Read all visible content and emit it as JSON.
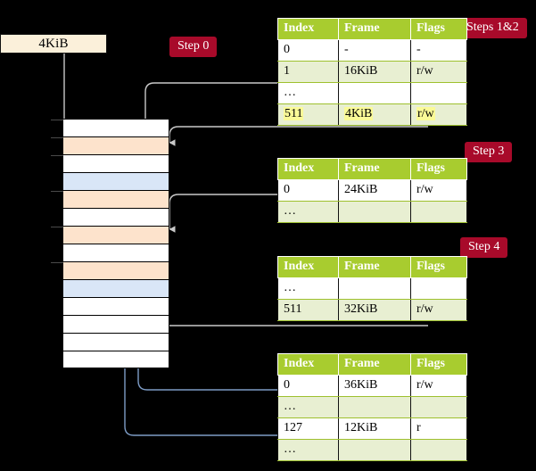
{
  "diagram": {
    "request_box": {
      "label": "4KiB"
    },
    "step_labels": [
      {
        "name": "step-0",
        "text": "Step 0"
      },
      {
        "name": "steps-1-2",
        "text": "Steps 1&2"
      },
      {
        "name": "step-3",
        "text": "Step 3"
      },
      {
        "name": "step-4",
        "text": "Step 4"
      }
    ],
    "memory": {
      "name": "physical-memory-column",
      "rows": [
        {
          "fill": "white"
        },
        {
          "fill": "orange"
        },
        {
          "fill": "white"
        },
        {
          "fill": "blue"
        },
        {
          "fill": "orange"
        },
        {
          "fill": "white"
        },
        {
          "fill": "orange"
        },
        {
          "fill": "white"
        },
        {
          "fill": "orange"
        },
        {
          "fill": "blue"
        },
        {
          "fill": "white"
        },
        {
          "fill": "white"
        },
        {
          "fill": "white"
        },
        {
          "fill": "white"
        }
      ]
    },
    "tables": [
      {
        "name": "page-table-level-1",
        "headers": [
          "Index",
          "Frame",
          "Flags"
        ],
        "rows": [
          {
            "cells": [
              "0",
              "-",
              "-"
            ],
            "alt": false,
            "highlight": false
          },
          {
            "cells": [
              "1",
              "16KiB",
              "r/w"
            ],
            "alt": true,
            "highlight": false
          },
          {
            "cells": [
              "…",
              "",
              ""
            ],
            "alt": false,
            "highlight": false
          },
          {
            "cells": [
              "511",
              "4KiB",
              "r/w"
            ],
            "alt": true,
            "highlight": true
          }
        ]
      },
      {
        "name": "page-table-level-2",
        "headers": [
          "Index",
          "Frame",
          "Flags"
        ],
        "rows": [
          {
            "cells": [
              "0",
              "24KiB",
              "r/w"
            ],
            "alt": false,
            "highlight": false
          },
          {
            "cells": [
              "…",
              "",
              ""
            ],
            "alt": true,
            "highlight": false
          }
        ]
      },
      {
        "name": "page-table-level-3",
        "headers": [
          "Index",
          "Frame",
          "Flags"
        ],
        "rows": [
          {
            "cells": [
              "…",
              "",
              ""
            ],
            "alt": false,
            "highlight": false
          },
          {
            "cells": [
              "511",
              "32KiB",
              "r/w"
            ],
            "alt": true,
            "highlight": false
          }
        ]
      },
      {
        "name": "page-table-level-4",
        "headers": [
          "Index",
          "Frame",
          "Flags"
        ],
        "rows": [
          {
            "cells": [
              "0",
              "36KiB",
              "r/w"
            ],
            "alt": false,
            "highlight": false
          },
          {
            "cells": [
              "…",
              "",
              ""
            ],
            "alt": true,
            "highlight": false
          },
          {
            "cells": [
              "127",
              "12KiB",
              "r"
            ],
            "alt": false,
            "highlight": false
          },
          {
            "cells": [
              "…",
              "",
              ""
            ],
            "alt": true,
            "highlight": false
          }
        ]
      }
    ],
    "colors": {
      "background": "#000000",
      "pill": "#A80A2A",
      "table_header": "#A8CC2F",
      "table_alt_row": "#E8EFD2",
      "highlight": "#FAFA97",
      "memory_orange": "#FDE3CC",
      "memory_blue": "#D9E6F7",
      "request_box": "#FBF0DA",
      "wire_grey": "#C9C9C9",
      "wire_blue": "#7D9CC6"
    }
  }
}
